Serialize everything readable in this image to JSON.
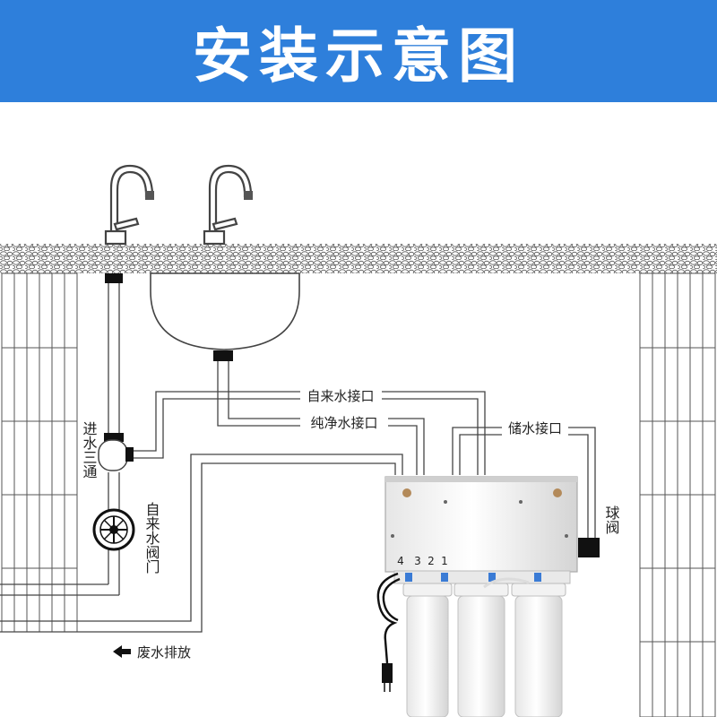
{
  "banner": {
    "title": "安装示意图",
    "color": "#2e7fdb"
  },
  "labels": {
    "tap_water_port": "自来水接口",
    "pure_water_port": "纯净水接口",
    "storage_port": "储水接口",
    "ball_valve": "球阀",
    "inlet_tee": "进水三通",
    "tap_valve": "自来水阀门",
    "waste_drain": "废水排放",
    "port_numbers": [
      "4",
      "3",
      "2",
      "1"
    ]
  },
  "icons": [
    "faucet-icon",
    "sink-icon",
    "valve-icon",
    "tee-icon",
    "arrow-left-icon",
    "power-plug-icon",
    "filter-cartridge-icon"
  ]
}
